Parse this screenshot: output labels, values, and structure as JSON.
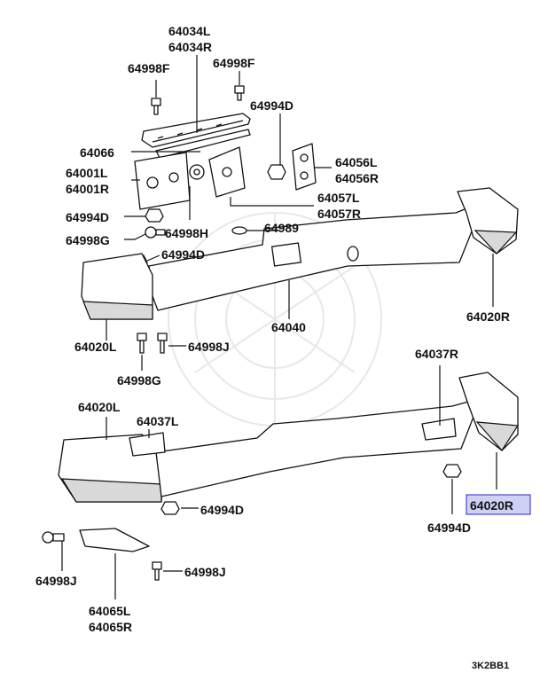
{
  "parts": {
    "p64034": [
      "64034L",
      "64034R"
    ],
    "p64998F_a": "64998F",
    "p64998F_b": "64998F",
    "p64994D_top": "64994D",
    "p64066": "64066",
    "p64001": [
      "64001L",
      "64001R"
    ],
    "p64056": [
      "64056L",
      "64056R"
    ],
    "p64057": [
      "64057L",
      "64057R"
    ],
    "p64994D_left": "64994D",
    "p64998G_top": "64998G",
    "p64998H": "64998H",
    "p64989": "64989",
    "p64994D_mid": "64994D",
    "p64040": "64040",
    "p64020R_top": "64020R",
    "p64020L_top": "64020L",
    "p64998J_mid": "64998J",
    "p64998G_bot": "64998G",
    "p64037R": "64037R",
    "p64020L_bot": "64020L",
    "p64037L": "64037L",
    "p64994D_bot": "64994D",
    "p64020R_selected": "64020R",
    "p64994D_right": "64994D",
    "p64998J_left": "64998J",
    "p64998J_right": "64998J",
    "p64065": [
      "64065L",
      "64065R"
    ]
  },
  "figure_code": "3K2BB1",
  "highlight_color": "#cfd0f6"
}
